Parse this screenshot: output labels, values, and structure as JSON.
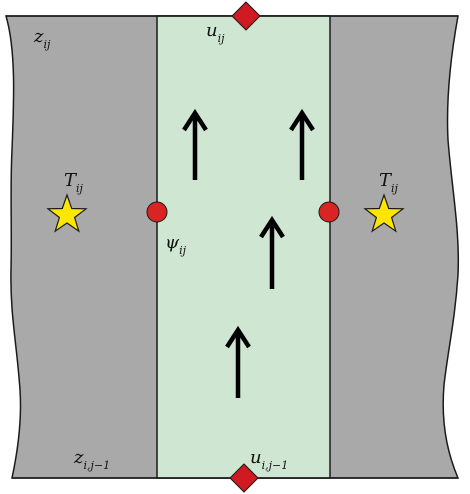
{
  "colors": {
    "outer_region": "#a9a9a9",
    "center_channel": "#cfe6d2",
    "outline": "#1a1a1a",
    "diamond_node": "#d01a22",
    "circle_node": "#d92424",
    "star_fill": "#ffe600",
    "arrow": "#000000"
  },
  "labels": {
    "z_top": {
      "base": "z",
      "sub": "ij"
    },
    "z_bottom": {
      "base": "z",
      "sub": "i,j−1"
    },
    "u_top": {
      "base": "u",
      "sub": "ij"
    },
    "u_bottom": {
      "base": "u",
      "sub": "i,j−1"
    },
    "t_left": {
      "base": "T",
      "sub": "ij"
    },
    "t_right": {
      "base": "T",
      "sub": "ij"
    },
    "psi": {
      "base": "ψ",
      "sub": "ij"
    }
  },
  "icons": {
    "diamond": "diamond-node",
    "circle": "circle-node",
    "star": "star",
    "arrow": "up-arrow"
  }
}
